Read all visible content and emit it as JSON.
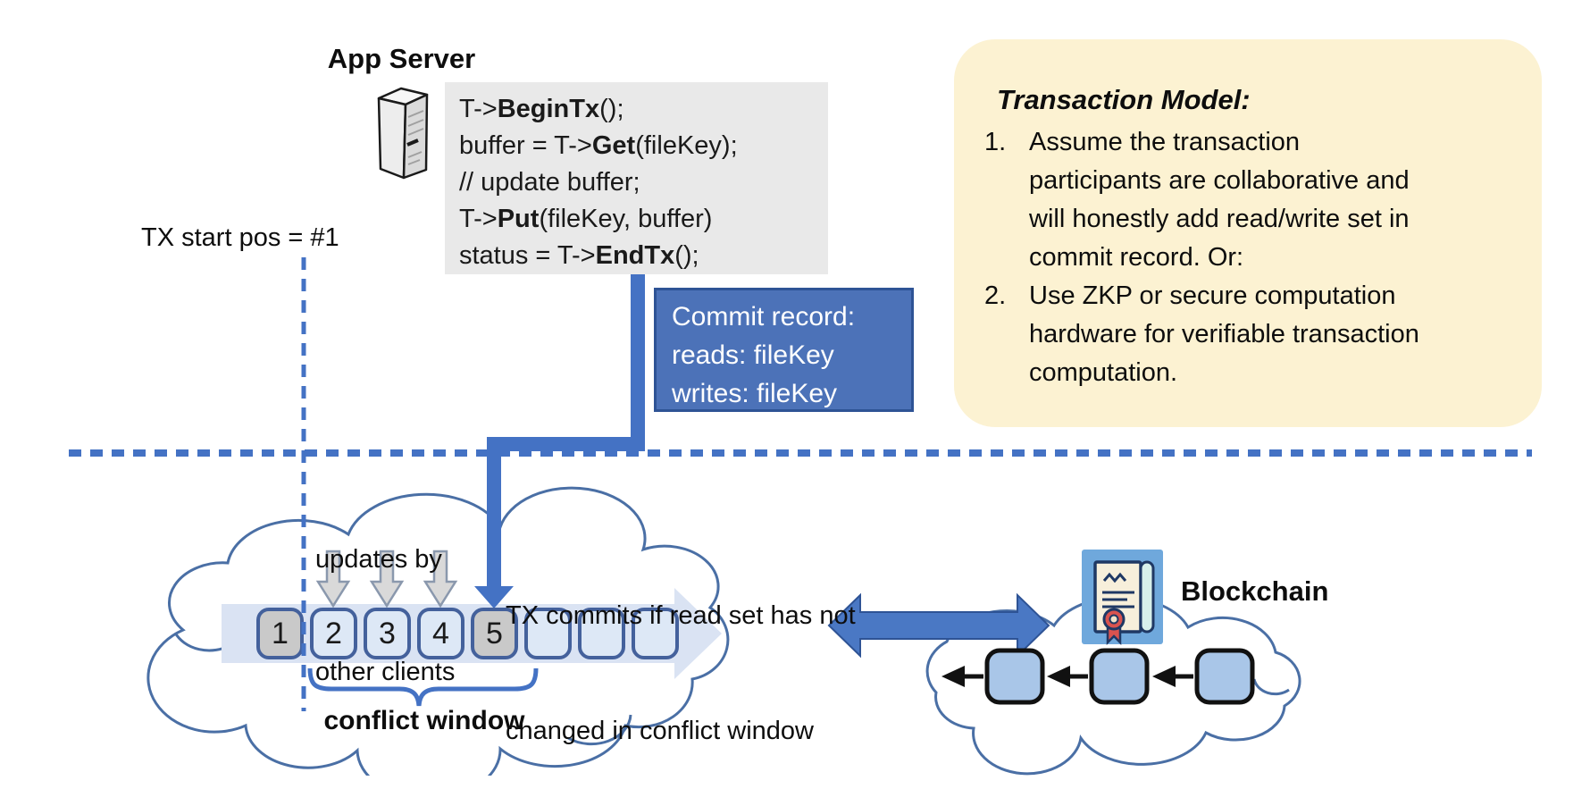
{
  "app_server": {
    "label": "App Server"
  },
  "code_block": {
    "lines": [
      {
        "pre": "T->",
        "bold": "BeginTx",
        "post": "();"
      },
      {
        "pre": "buffer = T->",
        "bold": "Get",
        "post": "(fileKey);"
      },
      {
        "pre": "// update buffer;",
        "bold": "",
        "post": ""
      },
      {
        "pre": "T->",
        "bold": "Put",
        "post": "(fileKey, buffer)"
      },
      {
        "pre": "status = T->",
        "bold": "EndTx",
        "post": "();"
      }
    ]
  },
  "tx_start_label": "TX start pos = #1",
  "commit_record": {
    "line1": "Commit record:",
    "line2": "reads: fileKey",
    "line3": "writes: fileKey"
  },
  "transaction_model": {
    "title": "Transaction Model:",
    "items": [
      {
        "num": "1.",
        "text": "Assume the transaction participants are collaborative and will honestly add read/write set in commit record.  Or:"
      },
      {
        "num": "2.",
        "text": "Use ZKP or secure computation hardware for verifiable transaction computation."
      }
    ]
  },
  "annotations": {
    "updates_line1": "updates by",
    "updates_line2": "other clients",
    "commits_line1": "TX commits if read set has not",
    "commits_line2": "changed in conflict window",
    "conflict_window": "conflict window"
  },
  "timeline": {
    "slots": [
      {
        "label": "1",
        "filled": true
      },
      {
        "label": "2",
        "filled": false
      },
      {
        "label": "3",
        "filled": false
      },
      {
        "label": "4",
        "filled": false
      },
      {
        "label": "5",
        "filled": true
      },
      {
        "label": "",
        "filled": false
      },
      {
        "label": "",
        "filled": false
      },
      {
        "label": "",
        "filled": false
      }
    ]
  },
  "blockchain_label": "Blockchain",
  "icons": {
    "app_server": "server-icon",
    "blockchain": "certificate-seal-icon"
  },
  "colors": {
    "accent": "#4472C4",
    "commit_fill": "#4C72B8",
    "commit_border": "#2E5395",
    "band": "#DAE3F3",
    "slot_light": "#DDE8F6",
    "slot_gray": "#C9C9C9",
    "slot_border": "#44619C",
    "cloud_stroke": "#4A6FA5",
    "code_bg": "#E9E9E9",
    "note_bg": "#FCF2D2",
    "icon_bg": "#6FA8DC",
    "block_fill": "#A9C6E8",
    "seal_red": "#D9534F",
    "navy": "#1F3864"
  }
}
